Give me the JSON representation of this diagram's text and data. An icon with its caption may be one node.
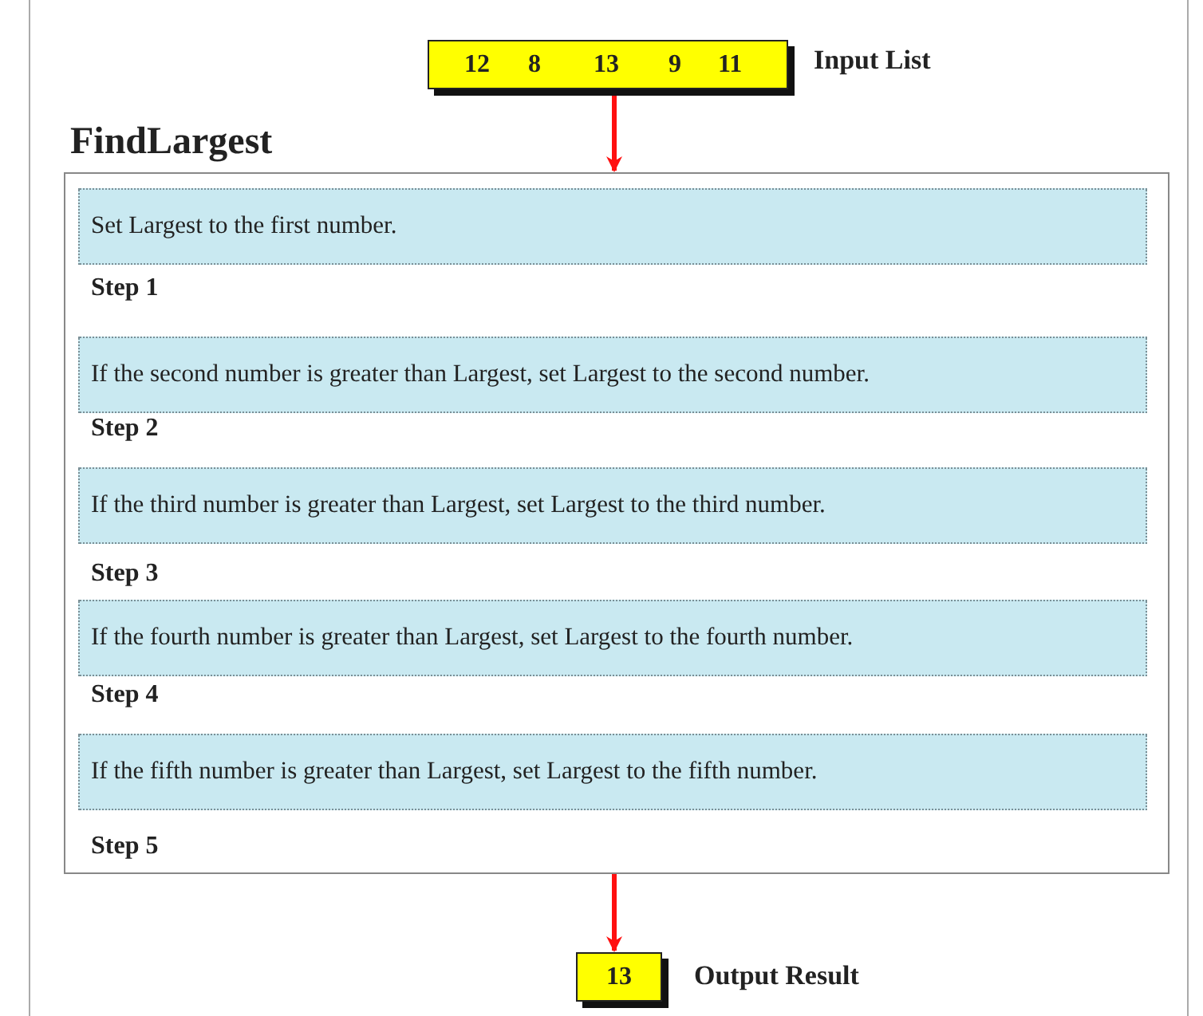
{
  "diagram": {
    "nodes": [
      {
        "text": [
          "12",
          "8",
          "13",
          "9",
          "11"
        ],
        "beside": [
          "Input List"
        ]
      },
      {
        "text": [
          "FindLargest"
        ]
      },
      {
        "text": [
          "Set Largest to the  first number."
        ],
        "in": 1,
        "beside": [
          "Step 1"
        ]
      },
      {
        "text": [
          "If the second number is greater than Largest, set Largest to the second number."
        ],
        "in": 1,
        "beside": [
          "Step 2"
        ]
      },
      {
        "text": [
          "If the third number is greater than Largest, set Largest to the third number."
        ],
        "in": 1,
        "beside": [
          "Step 3"
        ]
      },
      {
        "text": [
          "If the fourth number is greater than Largest, set Largest to the fourth number."
        ],
        "in": 1,
        "beside": [
          "Step 4"
        ]
      },
      {
        "text": [
          "If the  fifth number is greater than Largest, set Largest to the  fifth number."
        ],
        "in": 1,
        "beside": [
          "Step 5"
        ]
      },
      {
        "text": [
          "13"
        ],
        "beside": [
          "Output Result"
        ]
      }
    ],
    "edges": [
      {
        "from": 0,
        "to": 1,
        "arrow": "to"
      },
      {
        "from": 1,
        "to": 7,
        "arrow": "to"
      }
    ]
  }
}
